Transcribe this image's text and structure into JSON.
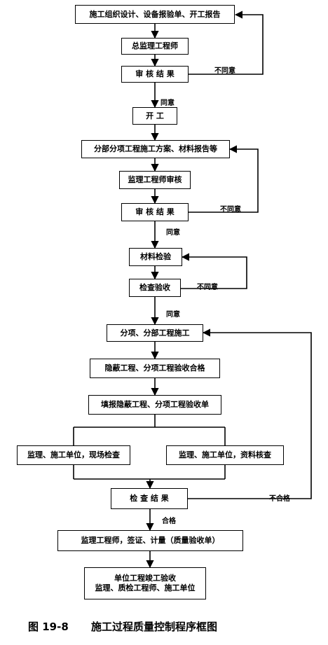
{
  "nodes": {
    "design": "施工组织设计、设备报验单、开工报告",
    "chief": "总监理工程师",
    "review1": "审 核 结 果",
    "start": "开  工",
    "plan": "分部分项工程施工方案、材料报告等",
    "engineer_review": "监理工程师审核",
    "review2": "审 核 结 果",
    "material": "材料检验",
    "inspect": "检查验收",
    "construction": "分项、分部工程施工",
    "hidden_pass": "隐蔽工程、分项工程验收合格",
    "fill_form": "填报隐蔽工程、分项工程验收单",
    "site_check": "监理、施工单位，现场检查",
    "doc_check": "监理、施工单位，资料核查",
    "check_result": "检 查 结 果",
    "sign": "监理工程师，签证、计量（质量验收单）",
    "final_line1": "单位工程竣工验收",
    "final_line2": "监理、质检工程师、施工单位"
  },
  "labels": {
    "disagree1": "不同意",
    "agree1": "同意",
    "disagree2": "不同意",
    "agree2": "同意",
    "disagree3": "不同意",
    "agree3": "同意",
    "fail": "不合格",
    "pass": "合格"
  },
  "caption": {
    "number": "图 19-8",
    "title": "施工过程质量控制程序框图"
  }
}
